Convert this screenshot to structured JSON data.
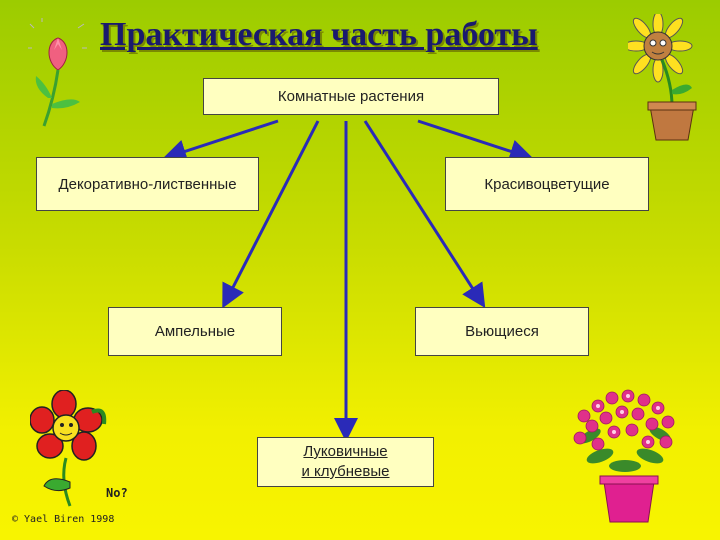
{
  "title": "Практическая часть работы",
  "nodes": {
    "root": "Комнатные растения",
    "decorative_leafy": "Декоративно-лиственные",
    "beautiful_flowering": "Красивоцветущие",
    "ampelous": "Ампельные",
    "climbing": "Вьющиеся",
    "bulbous_line1": "Луковичные",
    "bulbous_line2": "и клубневые"
  },
  "clipart": {
    "tulip": "tulip-clipart",
    "sunflower": "sunflower-pot-clipart",
    "cartoon_flower": "cartoon-flower-clipart",
    "cartoon_flower_text": "No?",
    "credit": "© Yael Biren 1998",
    "potted_flowers": "potted-flowers-clipart"
  },
  "colors": {
    "arrow": "#2a2ab8",
    "box_fill": "#ffffc0",
    "title": "#1a1a6e"
  }
}
